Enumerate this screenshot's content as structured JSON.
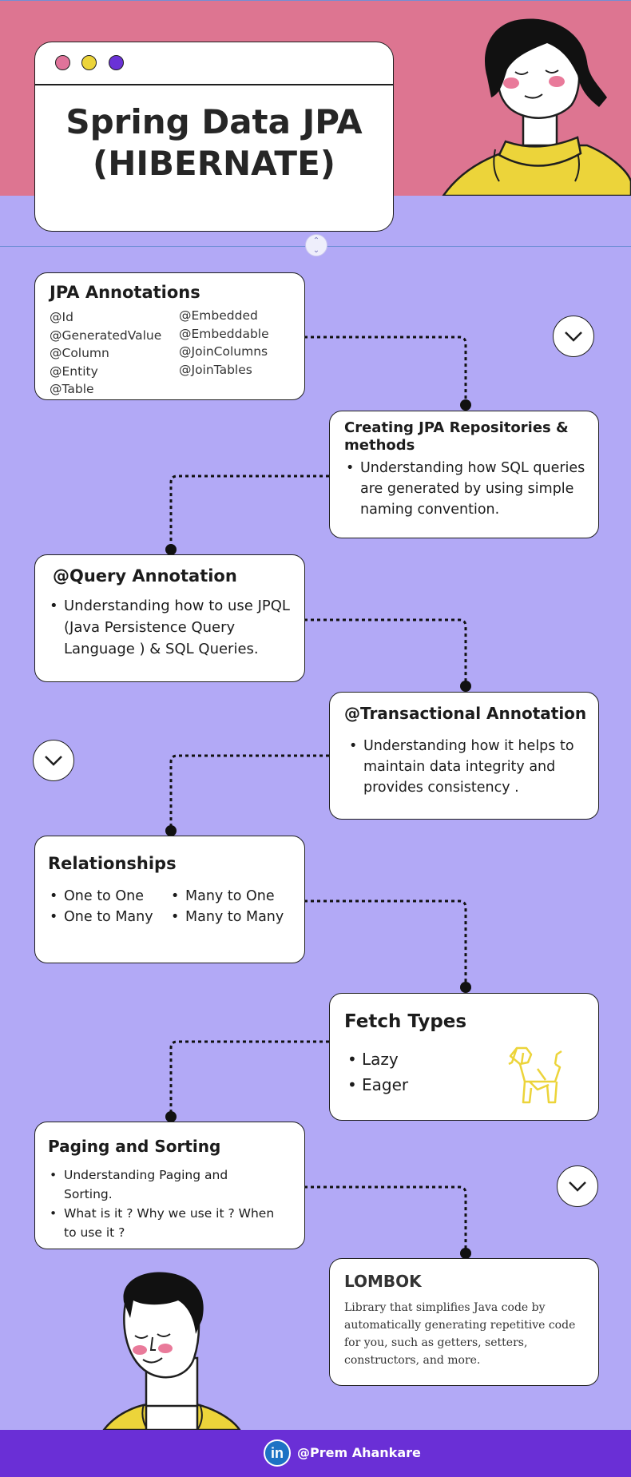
{
  "header": {
    "title_line1": "Spring Data JPA",
    "title_line2": "(HIBERNATE)"
  },
  "cards": {
    "jpa_annotations": {
      "title": "JPA Annotations",
      "col1": [
        "@Id",
        "@GeneratedValue",
        "@Column",
        "@Entity",
        "@Table"
      ],
      "col2": [
        "@Embedded",
        "@Embeddable",
        "@JoinColumns",
        "@JoinTables"
      ]
    },
    "repositories": {
      "title": "Creating JPA Repositories & methods",
      "bullets": [
        "Understanding how SQL queries are generated by using simple naming convention."
      ]
    },
    "query": {
      "title": "@Query Annotation",
      "bullets": [
        "Understanding how to use JPQL (Java Persistence Query Language ) & SQL Queries."
      ]
    },
    "transactional": {
      "title": "@Transactional Annotation",
      "bullets": [
        "Understanding how it helps to maintain data integrity and provides  consistency ."
      ]
    },
    "relationships": {
      "title": "Relationships",
      "col1": [
        "One to One",
        "One to Many"
      ],
      "col2": [
        "Many to One",
        "Many to Many"
      ]
    },
    "fetch": {
      "title": "Fetch Types",
      "bullets": [
        "Lazy",
        "Eager"
      ]
    },
    "paging": {
      "title": "Paging and Sorting",
      "bullets": [
        "Understanding Paging and Sorting.",
        "What is it ? Why we use it ? When to use it ?"
      ]
    },
    "lombok": {
      "title": "LOMBOK",
      "body": "Library that simplifies Java code by automatically generating repetitive code for you, such as getters, setters, constructors, and more."
    }
  },
  "footer": {
    "icon_text": "in",
    "author": "@Prem Ahankare"
  },
  "colors": {
    "background": "#b2a9f6",
    "top_band": "#dd7591",
    "footer": "#6a2fd6",
    "accent_yellow": "#ecd43a"
  },
  "icons": [
    "linkedin-icon",
    "chevron-down-icon",
    "dog-icon",
    "woman-illustration",
    "man-illustration"
  ]
}
